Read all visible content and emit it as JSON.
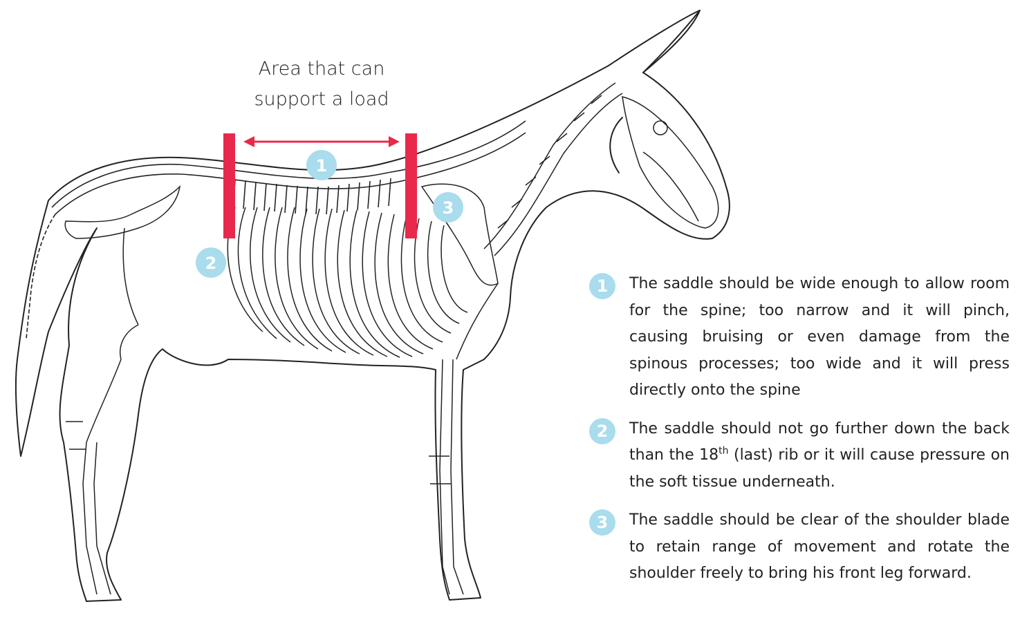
{
  "diagram": {
    "area_label_line1": "Area that can",
    "area_label_line2": "support a load",
    "markers": [
      "1",
      "2",
      "3"
    ],
    "colors": {
      "load_zone": "#e8294b",
      "marker": "#a9dcec",
      "outline": "#222222"
    }
  },
  "notes": [
    {
      "number": "1",
      "text": "The saddle should be wide enough to allow room for the spine; too narrow and it will pinch, causing bruising or even damage from the spinous processes; too wide and it will press directly onto the spine"
    },
    {
      "number": "2",
      "text_before": "The saddle should not go further down the back than the 18",
      "superscript": "th",
      "text_after": " (last) rib or it will cause pressure on the soft tissue underneath."
    },
    {
      "number": "3",
      "text": "The saddle should be clear of the shoulder blade to retain range of movement and rotate the shoulder freely to bring his front leg forward."
    }
  ]
}
